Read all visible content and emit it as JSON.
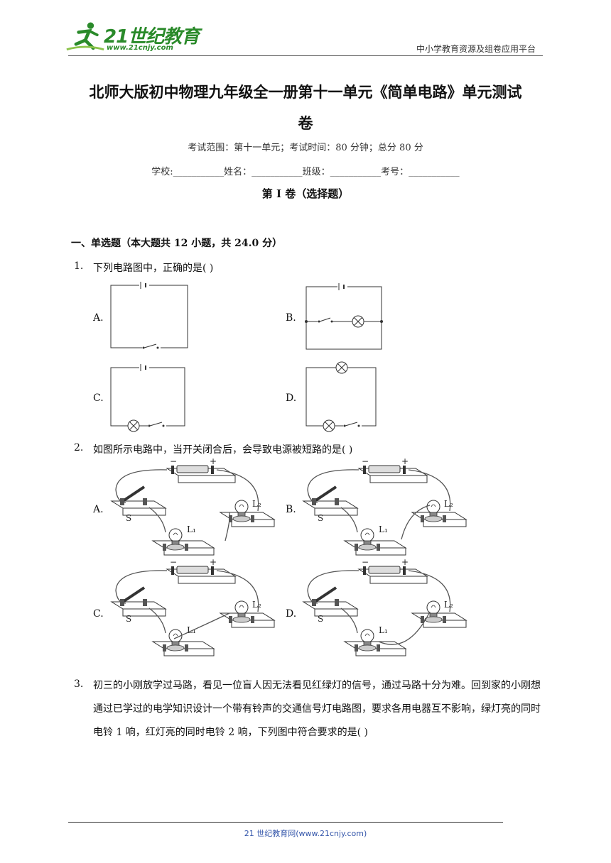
{
  "header": {
    "logo_text": "21世纪教育",
    "logo_url": "www.21cnjy.com",
    "platform": "中小学教育资源及组卷应用平台"
  },
  "doc": {
    "title_line1": "北师大版初中物理九年级全一册第十一单元《简单电路》单元测试",
    "title_line2": "卷",
    "exam_info": "考试范围：第十一单元；考试时间：80 分钟；总分 80 分",
    "student_line": "学校:___________姓名：___________班级：___________考号：___________",
    "part_title": "第 I 卷（选择题）",
    "section_title": "一、单选题（本大题共 12 小题，共 24.0 分）"
  },
  "questions": [
    {
      "num": "1.",
      "text": "下列电路图中，正确的是(    )",
      "options": [
        "A.",
        "B.",
        "C.",
        "D."
      ]
    },
    {
      "num": "2.",
      "text": "如图所示电路中，当开关闭合后，会导致电源被短路的是(    )",
      "options": [
        "A.",
        "B.",
        "C.",
        "D."
      ],
      "figure_labels": {
        "switch": "S",
        "lamp1": "L₁",
        "lamp2": "L₂",
        "minus": "−",
        "plus": "+"
      }
    },
    {
      "num": "3.",
      "text": "初三的小刚放学过马路，看见一位盲人因无法看见红绿灯的信号，通过马路十分为难。回到家的小刚想通过已学过的电学知识设计一个带有铃声的交通信号灯电路图，要求各用电器互不影响，绿灯亮的同时电铃 1 响，红灯亮的同时电铃 2 响，下列图中符合要求的是(    )"
    }
  ],
  "footer": {
    "text": "21 世纪教育网(www.21cnjy.com)"
  }
}
